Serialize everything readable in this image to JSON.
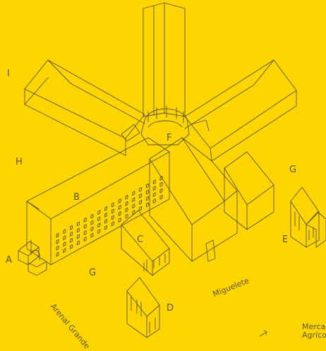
{
  "labels": {
    "a": "A",
    "b": "B",
    "c": "C",
    "d": "D",
    "e": "E",
    "f": "F",
    "g1": "G",
    "g2": "G",
    "h": "H",
    "i": "I"
  },
  "streets": {
    "arenal": "Arenal Grande",
    "miguelete": "Miguelete",
    "mercado_1": "Merca",
    "mercado_2": "Agríco"
  },
  "colors": {
    "background": "#ffd500",
    "line": "#5a5435"
  }
}
